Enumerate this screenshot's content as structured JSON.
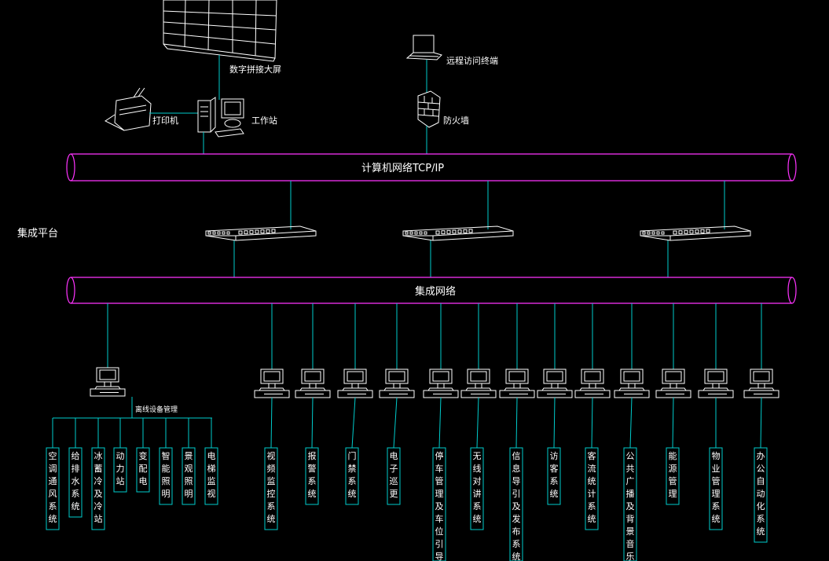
{
  "colors": {
    "bus": "#ff33ff",
    "link": "#00cccc",
    "device": "#ffffff",
    "text": "#ffffff",
    "background": "#000000"
  },
  "labels": {
    "video_wall": "数字拼接大屏",
    "remote_terminal": "远程访问终端",
    "printer": "打印机",
    "workstation": "工作站",
    "firewall": "防火墙",
    "tcpip_bus": "计算机网络TCP/IP",
    "platform": "集成平台",
    "integration_bus": "集成网络",
    "offline_mgmt": "离线设备管理"
  },
  "sub_systems": [
    "空调通风系统",
    "给排水系统",
    "冰蓄冷及冷站",
    "动力站",
    "变配电",
    "智能照明",
    "景观照明",
    "电梯监视"
  ],
  "systems": [
    "视频监控系统",
    "报警系统",
    "门禁系统",
    "电子巡更",
    "停车管理及车位引导",
    "无线对讲系统",
    "信息导引及发布系统",
    "访客系统",
    "客流统计系统",
    "公共广播及背景音乐",
    "能源管理",
    "物业管理系统",
    "办公自动化系统"
  ],
  "icons": {
    "computer": "monitor-icon",
    "switch": "network-switch-icon",
    "firewall": "brick-wall-icon",
    "printer": "printer-icon",
    "laptop": "laptop-icon",
    "video_wall": "video-wall-icon",
    "workstation": "desktop-tower-icon"
  }
}
